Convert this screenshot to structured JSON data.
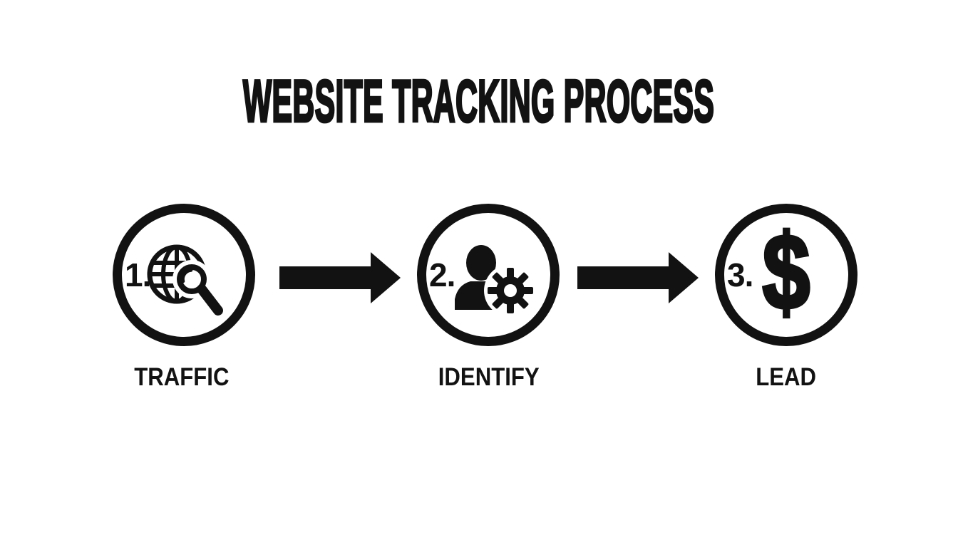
{
  "title": "WEBSITE TRACKING PROCESS",
  "steps": [
    {
      "number": "1.",
      "label": "TRAFFIC",
      "icon": "globe-search-icon"
    },
    {
      "number": "2.",
      "label": "IDENTIFY",
      "icon": "person-gear-icon"
    },
    {
      "number": "3.",
      "label": "LEAD",
      "icon": "dollar-icon",
      "symbol": "$"
    }
  ],
  "colors": {
    "ink": "#121212",
    "background": "#ffffff"
  }
}
